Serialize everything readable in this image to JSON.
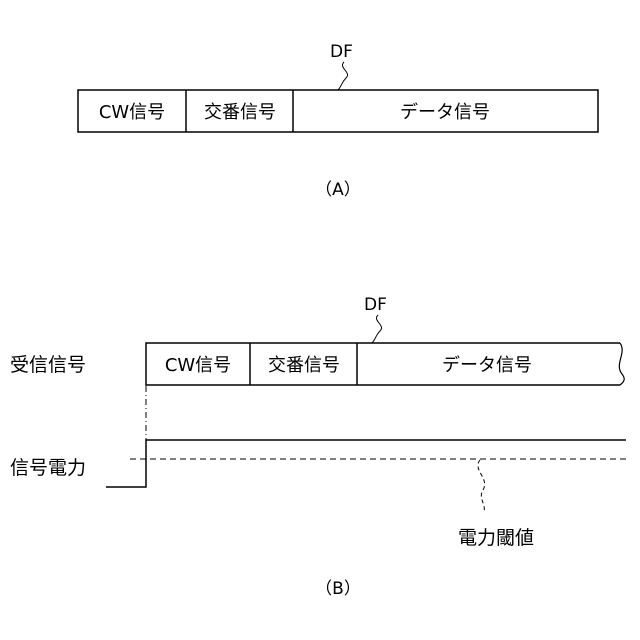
{
  "diagram_a": {
    "frame_label": "DF",
    "fields": [
      "CW信号",
      "交番信号",
      "データ信号"
    ],
    "caption": "（A）"
  },
  "diagram_b": {
    "frame_label": "DF",
    "received_signal_label": "受信信号",
    "fields": [
      "CW信号",
      "交番信号",
      "データ信号"
    ],
    "signal_power_label": "信号電力",
    "power_threshold_label": "電力閾値",
    "caption": "（B）"
  }
}
